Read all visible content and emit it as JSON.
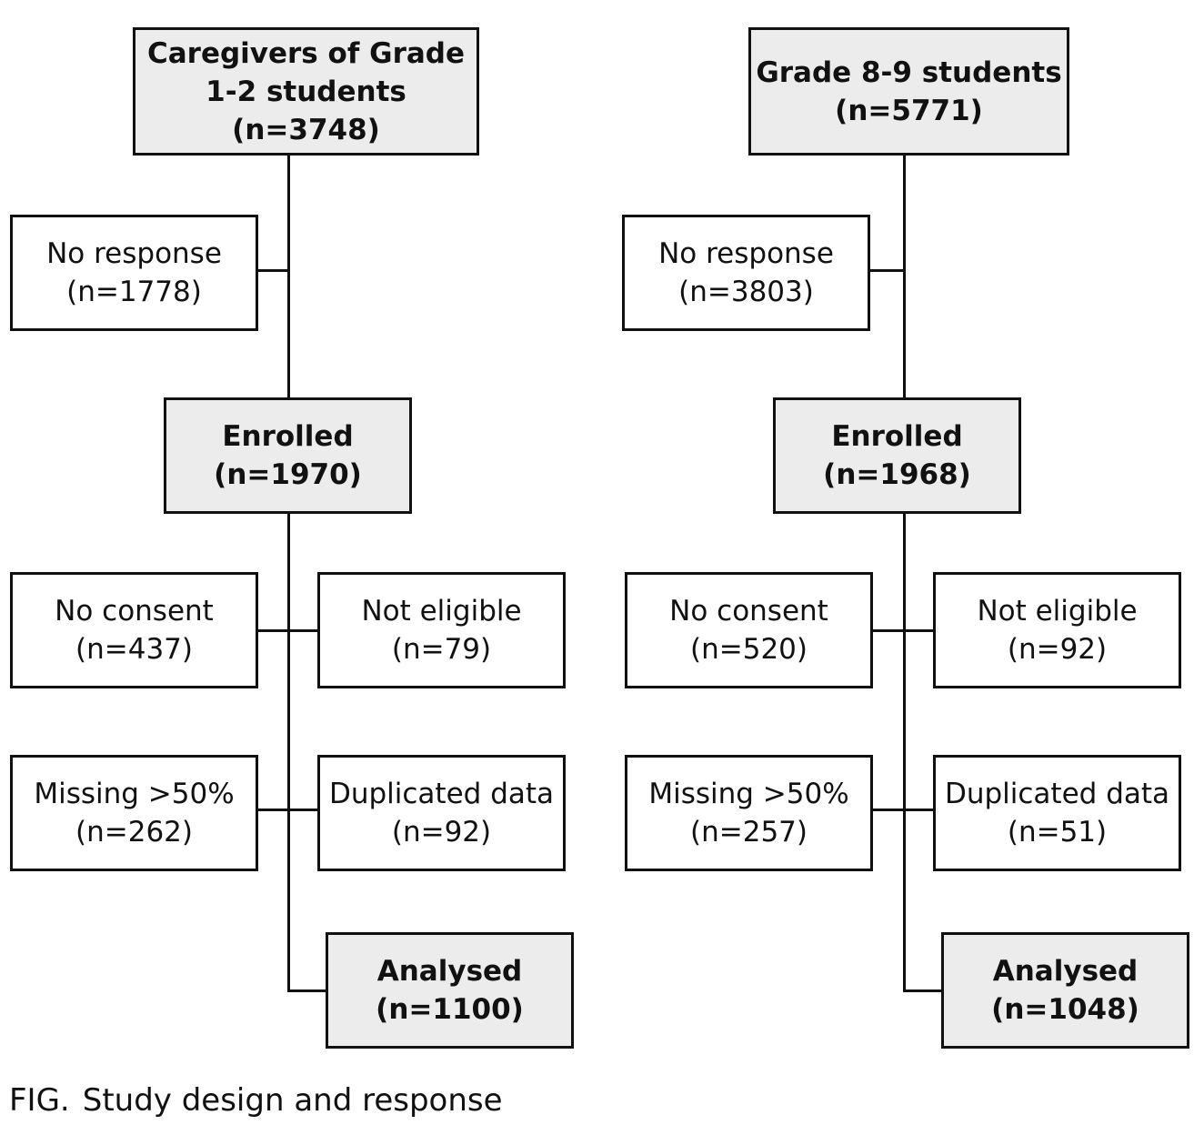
{
  "flowchart": {
    "left": {
      "start": {
        "line1": "Caregivers of Grade",
        "line2": "1-2 students",
        "line3": "(n=3748)"
      },
      "no_response": {
        "label": "No response",
        "count": "(n=1778)"
      },
      "enrolled": {
        "label": "Enrolled",
        "count": "(n=1970)"
      },
      "no_consent": {
        "label": "No consent",
        "count": "(n=437)"
      },
      "not_eligible": {
        "label": "Not eligible",
        "count": "(n=79)"
      },
      "missing": {
        "label": "Missing >50%",
        "count": "(n=262)"
      },
      "duplicated": {
        "label": "Duplicated data",
        "count": "(n=92)"
      },
      "analysed": {
        "label": "Analysed",
        "count": "(n=1100)"
      }
    },
    "right": {
      "start": {
        "line1": "Grade 8-9 students",
        "line2": "(n=5771)"
      },
      "no_response": {
        "label": "No response",
        "count": "(n=3803)"
      },
      "enrolled": {
        "label": "Enrolled",
        "count": "(n=1968)"
      },
      "no_consent": {
        "label": "No consent",
        "count": "(n=520)"
      },
      "not_eligible": {
        "label": "Not eligible",
        "count": "(n=92)"
      },
      "missing": {
        "label": "Missing >50%",
        "count": "(n=257)"
      },
      "duplicated": {
        "label": "Duplicated data",
        "count": "(n=51)"
      },
      "analysed": {
        "label": "Analysed",
        "count": "(n=1048)"
      }
    }
  },
  "caption": {
    "label": "FIG.",
    "text": "Study design and response"
  },
  "colors": {
    "primary_box_fill": "#ececec",
    "box_fill": "#ffffff",
    "stroke": "#111111"
  }
}
